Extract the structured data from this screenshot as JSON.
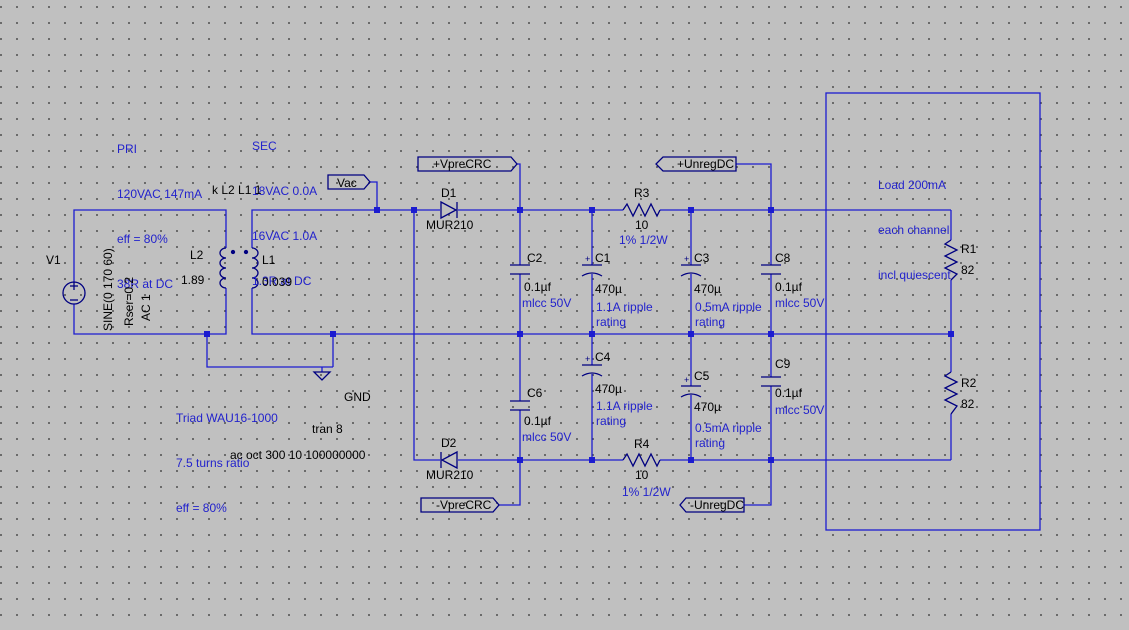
{
  "colors": {
    "wire": "#1c1cd0",
    "component": "#000080",
    "background": "#c0c0c0",
    "text_directive": "#2222cc",
    "text_label": "#000000"
  },
  "comments": {
    "pri": [
      "PRI",
      "120VAC 147mA",
      "eff = 80%",
      "38R at DC"
    ],
    "sec": [
      "SEC",
      "18VAC 0.0A",
      "16VAC 1.0A",
      "1.3R at DC"
    ],
    "triad": [
      "Triad WAU16-1000",
      "7.5 turns ratio",
      "eff = 80%"
    ],
    "load": [
      "Load 200mA",
      "each channel",
      "incl quiescent"
    ]
  },
  "directives": {
    "coupling": "k L2 L1 1",
    "tran": "tran 8",
    "ac": "ac oct 300 10 100000000"
  },
  "source": {
    "name": "V1",
    "value": [
      "SINE(0 170 60)",
      "Rser=0.2",
      "AC 1"
    ]
  },
  "inductors": {
    "l2": {
      "name": "L2",
      "value": "1.89"
    },
    "l1": {
      "name": "L1",
      "value": "0.039"
    }
  },
  "diodes": {
    "d1": {
      "name": "D1",
      "value": "MUR210"
    },
    "d2": {
      "name": "D2",
      "value": "MUR210"
    }
  },
  "capacitors": {
    "c2": {
      "name": "C2",
      "value": "0.1µf",
      "note": "mlcc 50V"
    },
    "c1": {
      "name": "C1",
      "value": "470µ",
      "note": [
        "1.1A ripple",
        "rating"
      ]
    },
    "c3": {
      "name": "C3",
      "value": "470µ",
      "note": [
        "0.5mA ripple",
        "rating"
      ]
    },
    "c8": {
      "name": "C8",
      "value": "0.1µf",
      "note": "mlcc 50V"
    },
    "c6": {
      "name": "C6",
      "value": "0.1µf",
      "note": "mlcc 50V"
    },
    "c4": {
      "name": "C4",
      "value": "470µ",
      "note": [
        "1.1A ripple",
        "rating"
      ]
    },
    "c5": {
      "name": "C5",
      "value": "470µ",
      "note": [
        "0.5mA ripple",
        "rating"
      ]
    },
    "c9": {
      "name": "C9",
      "value": "0.1µf",
      "note": "mlcc 50V"
    }
  },
  "resistors": {
    "r3": {
      "name": "R3",
      "value": "10",
      "note": "1% 1/2W"
    },
    "r4": {
      "name": "R4",
      "value": "10",
      "note": "1% 1/2W"
    },
    "r1": {
      "name": "R1",
      "value": "82"
    },
    "r2": {
      "name": "R2",
      "value": "82"
    }
  },
  "net_labels": {
    "vac": "Vac",
    "vprecrc_pos": "+VpreCRC",
    "unregdc_pos": "+UnregDC",
    "vprecrc_neg": "-VpreCRC",
    "unregdc_neg": "-UnregDC",
    "gnd": "GND"
  }
}
